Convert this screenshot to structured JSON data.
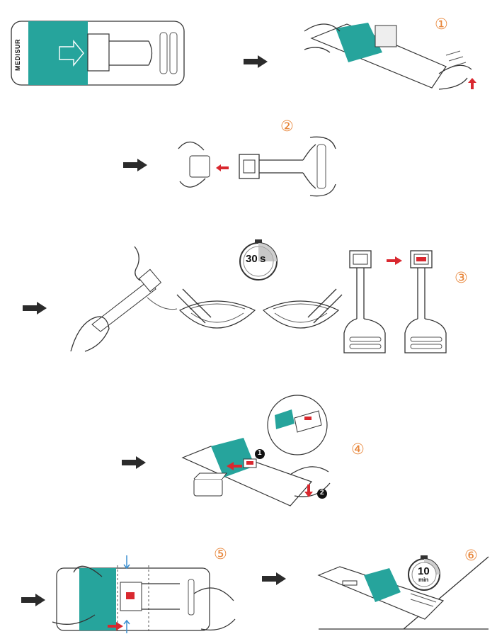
{
  "brand": {
    "name": "MEDISUR"
  },
  "steps": [
    {
      "id": 1,
      "label": "①"
    },
    {
      "id": 2,
      "label": "②"
    },
    {
      "id": 3,
      "label": "③"
    },
    {
      "id": 4,
      "label": "④"
    },
    {
      "id": 5,
      "label": "⑤"
    },
    {
      "id": 6,
      "label": "⑥"
    }
  ],
  "timers": {
    "collect": {
      "value": "30",
      "unit": "s"
    },
    "wait": {
      "value": "10",
      "unit": "min"
    }
  },
  "substeps": {
    "a": "1",
    "b": "2"
  },
  "colors": {
    "teal": "#26a49c",
    "orange": "#e8863a",
    "red": "#d9282f",
    "arrow": "#2b2b2b",
    "blue": "#3b8fd1"
  },
  "icons": [
    "arrow-right-icon",
    "stopwatch-icon",
    "arrow-red-icon",
    "arrow-blue-icon"
  ]
}
